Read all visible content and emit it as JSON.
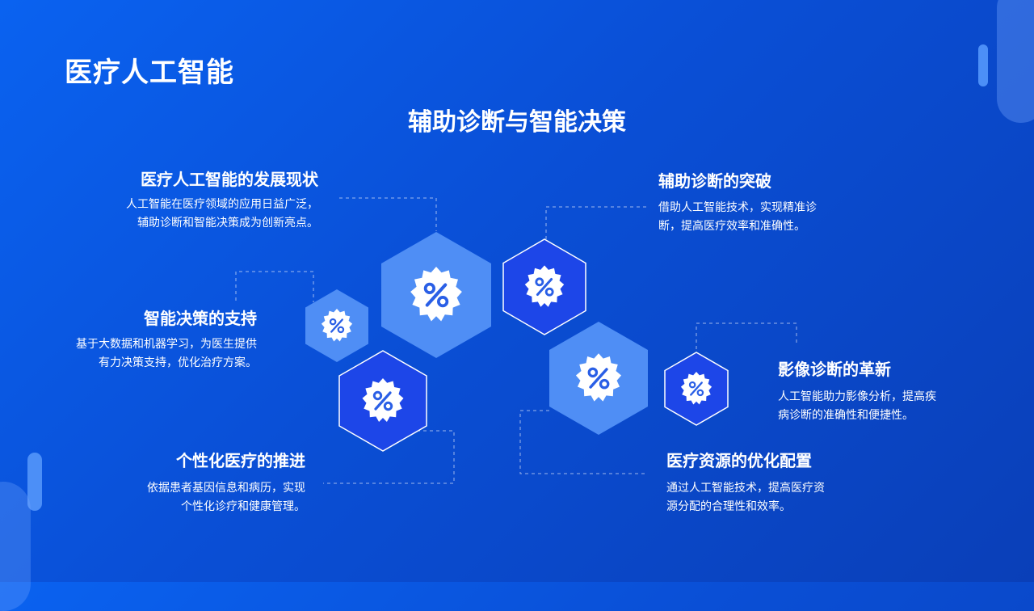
{
  "header": {
    "title": "医疗人工智能",
    "subtitle": "辅助诊断与智能决策"
  },
  "items": [
    {
      "title": "医疗人工智能的发展现状",
      "lines": [
        "人工智能在医疗领域的应用日益广泛，",
        "辅助诊断和智能决策成为创新亮点。"
      ]
    },
    {
      "title": "辅助诊断的突破",
      "lines": [
        "借助人工智能技术，实现精准诊",
        "断，提高医疗效率和准确性。"
      ]
    },
    {
      "title": "智能决策的支持",
      "lines": [
        "基于大数据和机器学习，为医生提供",
        "有力决策支持，优化治疗方案。"
      ]
    },
    {
      "title": "影像诊断的革新",
      "lines": [
        "人工智能助力影像分析，提高疾",
        "病诊断的准确性和便捷性。"
      ]
    },
    {
      "title": "个性化医疗的推进",
      "lines": [
        "依据患者基因信息和病历，实现",
        "个性化诊疗和健康管理。"
      ]
    },
    {
      "title": "医疗资源的优化配置",
      "lines": [
        "通过人工智能技术，提高医疗资",
        "源分配的合理性和效率。"
      ]
    }
  ],
  "icons": {
    "hex_badge": "percent-badge-icon"
  },
  "colors": {
    "bg": "#0a55e0",
    "hex_light": "#4f8ef5",
    "hex_dark": "#1d46e8",
    "hex_stroke": "#ffffff"
  }
}
